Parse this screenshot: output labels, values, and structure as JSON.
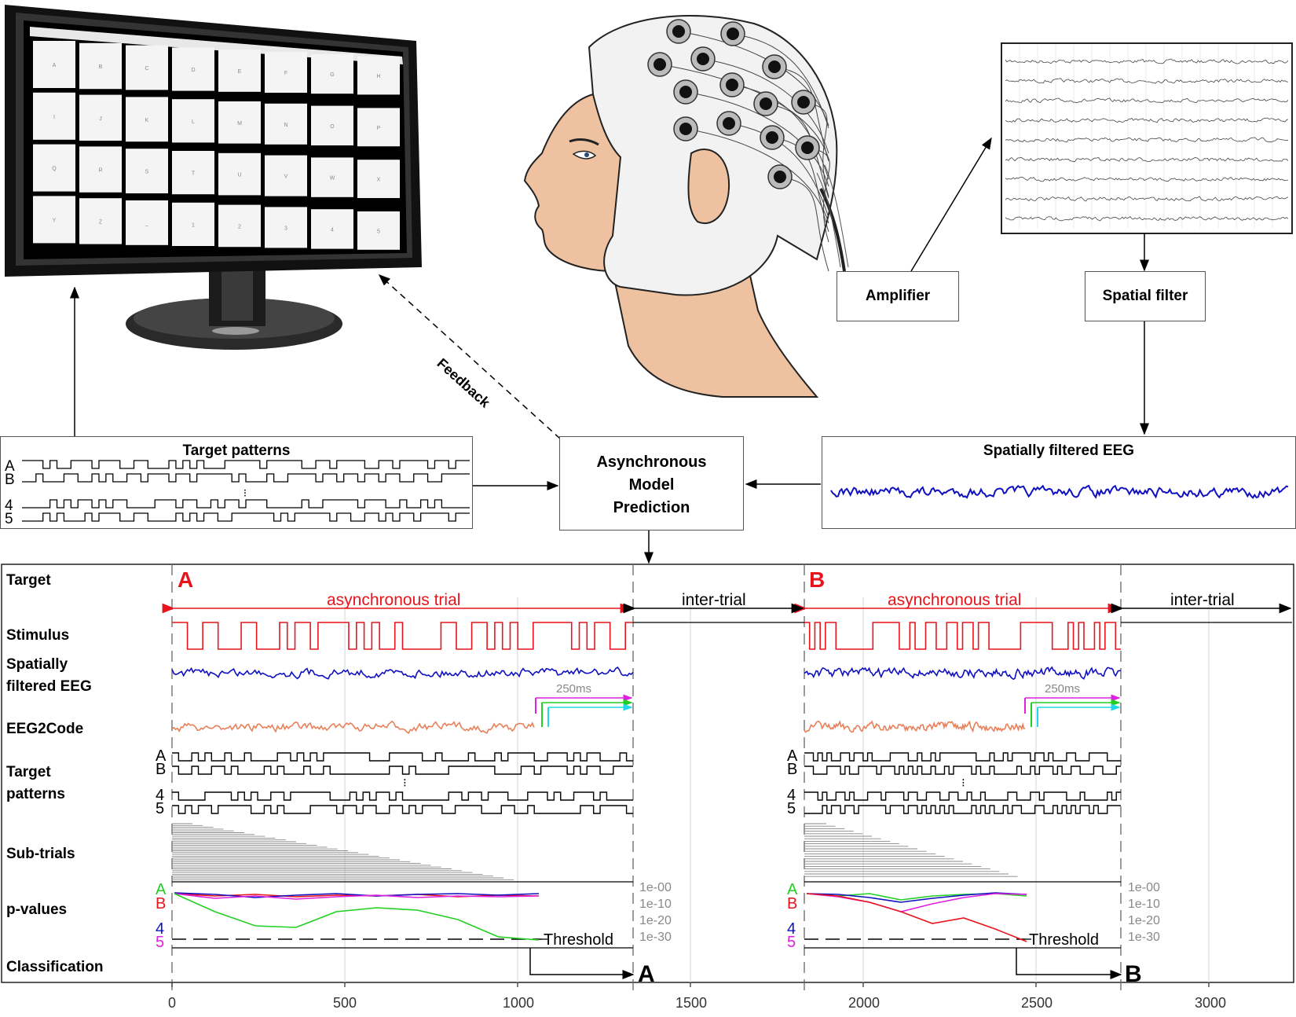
{
  "speller": {
    "rows": [
      [
        "A",
        "B",
        "C",
        "D",
        "E",
        "F",
        "G",
        "H"
      ],
      [
        "I",
        "J",
        "K",
        "L",
        "M",
        "N",
        "O",
        "P"
      ],
      [
        "Q",
        "R",
        "S",
        "T",
        "U",
        "V",
        "W",
        "X"
      ],
      [
        "Y",
        "Z",
        "_",
        "1",
        "2",
        "3",
        "4",
        "5"
      ]
    ]
  },
  "boxes": {
    "amplifier": "Amplifier",
    "spatial_filter": "Spatial filter",
    "target_patterns": "Target patterns",
    "model_prediction": "Asynchronous\nModel\nPrediction",
    "spatially_filtered_eeg": "Spatially filtered EEG"
  },
  "feedback_label": "Feedback",
  "pattern_letters": [
    "A",
    "B",
    "4",
    "5"
  ],
  "row_labels": {
    "target": "Target",
    "stimulus": "Stimulus",
    "eeg": "Spatially\nfiltered EEG",
    "eeg2code": "EEG2Code",
    "target_patterns": "Target\npatterns",
    "subtrials": "Sub-trials",
    "pvalues": "p-values",
    "classification": "Classification"
  },
  "trials": [
    {
      "target": "A",
      "label": "asynchronous trial",
      "window": "250ms",
      "result": "A"
    },
    {
      "target": "B",
      "label": "asynchronous trial",
      "window": "250ms",
      "result": "B"
    }
  ],
  "inter_trial": "inter-trial",
  "threshold": "Threshold",
  "pvalue_ticks": [
    "1e-00",
    "1e-10",
    "1e-20",
    "1e-30"
  ],
  "x_axis_ticks": [
    "0",
    "500",
    "1000",
    "1500",
    "2000",
    "2500",
    "3000"
  ],
  "colors": {
    "red": "#e8141c",
    "blue": "#1010c0",
    "orange": "#e8805a",
    "green": "#20d020",
    "magenta": "#e020e0",
    "cyan": "#20d8e8"
  }
}
